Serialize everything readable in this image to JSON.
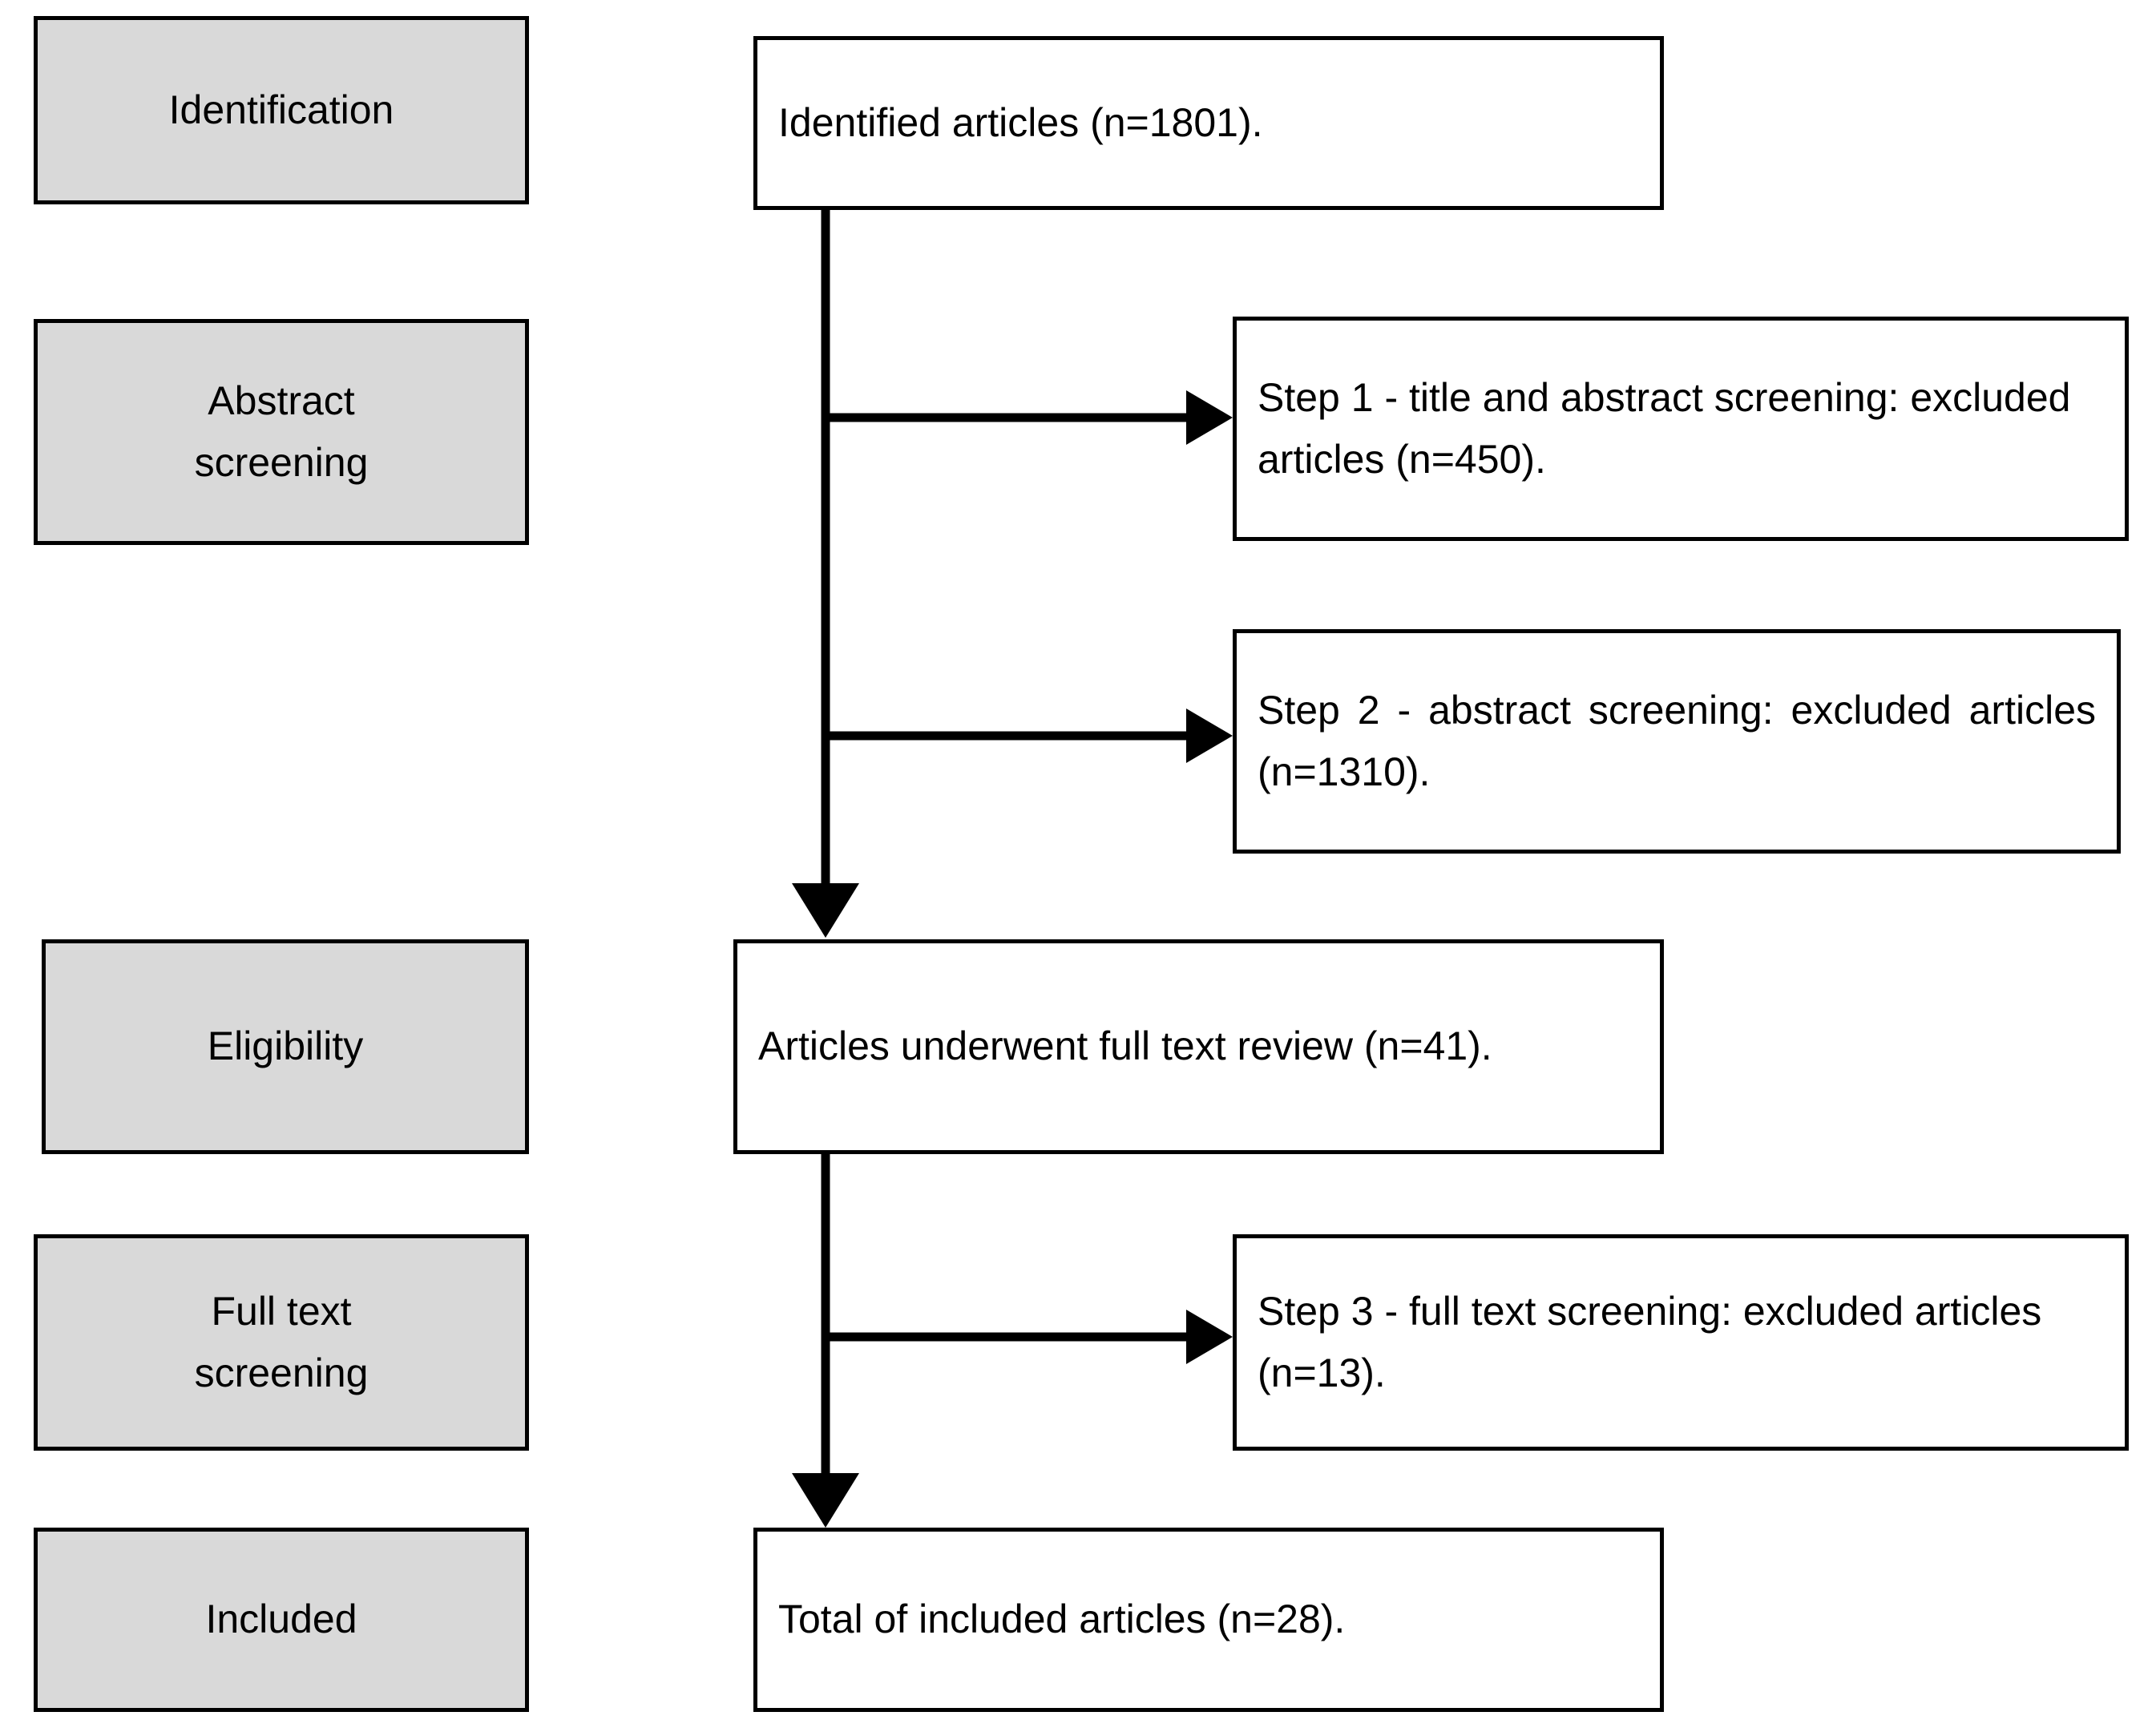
{
  "diagram": {
    "type": "prisma-flow-diagram",
    "title": "PRISMA study selection flow diagram",
    "colors": {
      "stage_label_fill": "#d9d9d9",
      "box_fill": "#ffffff",
      "stroke": "#000000",
      "text": "#000000"
    },
    "stage_labels": [
      {
        "id": "identification",
        "label": "Identification"
      },
      {
        "id": "abstract-screening",
        "label": "Abstract\nscreening"
      },
      {
        "id": "eligibility",
        "label": "Eligibility"
      },
      {
        "id": "full-text-screening",
        "label": "Full text\nscreening"
      },
      {
        "id": "included",
        "label": "Included"
      }
    ],
    "flow_boxes": [
      {
        "id": "identified-articles",
        "text": "Identified articles (n=1801).",
        "n": 1801
      },
      {
        "id": "step1-excluded",
        "text": "Step 1 - title and abstract screening: excluded articles (n=450).",
        "n": 450
      },
      {
        "id": "step2-excluded",
        "text": "Step 2 - abstract screening: excluded articles (n=1310).",
        "n": 1310
      },
      {
        "id": "full-text-review",
        "text": "Articles underwent full text review (n=41).",
        "n": 41
      },
      {
        "id": "step3-excluded",
        "text": "Step 3 - full text screening: excluded articles (n=13).",
        "n": 13
      },
      {
        "id": "total-included",
        "text": "Total of included articles (n=28).",
        "n": 28
      }
    ],
    "connectors": [
      {
        "id": "identified-to-eligibility",
        "kind": "vertical-arrow",
        "from": "identified-articles",
        "to": "full-text-review"
      },
      {
        "id": "branch-to-step1",
        "kind": "horizontal-arrow",
        "from": "identified-articles",
        "to": "step1-excluded"
      },
      {
        "id": "branch-to-step2",
        "kind": "horizontal-arrow",
        "from": "identified-articles",
        "to": "step2-excluded"
      },
      {
        "id": "eligibility-to-included",
        "kind": "vertical-arrow",
        "from": "full-text-review",
        "to": "total-included"
      },
      {
        "id": "branch-to-step3",
        "kind": "horizontal-arrow",
        "from": "full-text-review",
        "to": "step3-excluded"
      }
    ]
  }
}
